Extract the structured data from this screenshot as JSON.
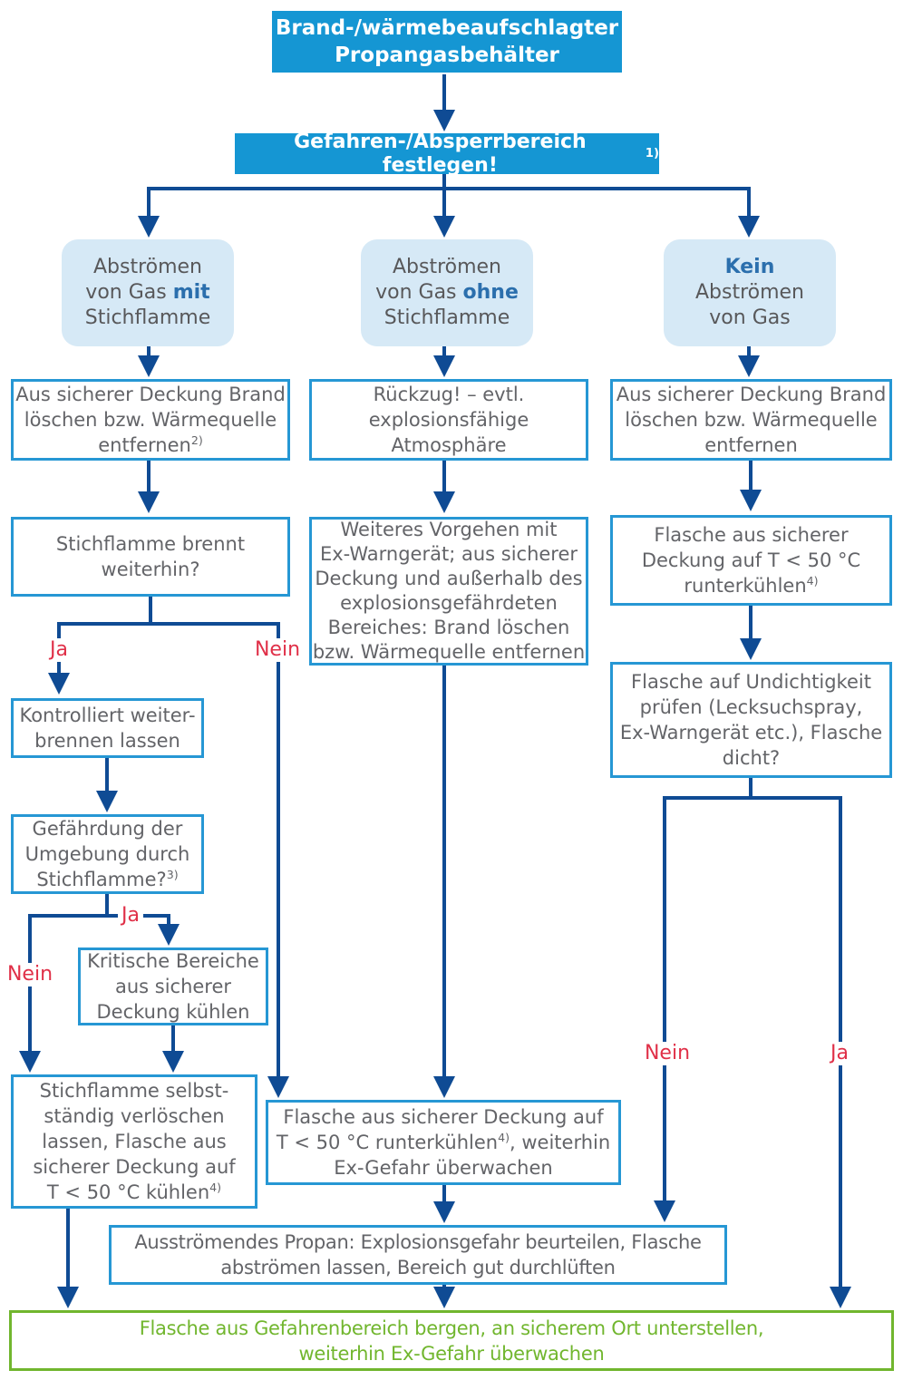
{
  "palette": {
    "header_blue": "#1596d3",
    "branch_fill": "#d6e9f6",
    "box_border_blue": "#2697d4",
    "wire_blue": "#0f4b94",
    "text_gray": "#5d5e61",
    "highlight_blue": "#2b6fad",
    "label_red": "#e03048",
    "final_green": "#71b62e"
  },
  "title": {
    "lines": [
      "Brand-/wärmebeaufschlagter",
      "Propangasbehälter"
    ]
  },
  "step2": {
    "text": "Gefahren-/Absperrbereich festlegen!",
    "fn": "1)"
  },
  "branches": {
    "with_flame": {
      "line1": "Abströmen",
      "line2_pre": "von Gas ",
      "line2_hl": "mit",
      "line3": "Stichflamme"
    },
    "without_flame": {
      "line1": "Abströmen",
      "line2_pre": "von Gas ",
      "line2_hl": "ohne",
      "line3": "Stichflamme"
    },
    "no_outflow": {
      "line1_hl": "Kein",
      "line2": "Abströmen",
      "line3": "von Gas"
    }
  },
  "boxes": {
    "a1": {
      "lines": [
        "Aus sicherer Deckung Brand",
        "löschen bzw. Wärmequelle",
        "entfernen"
      ],
      "fn": "2)"
    },
    "b1": {
      "lines": [
        "Rückzug! – evtl.",
        "explosionsfähige",
        "Atmosphäre"
      ]
    },
    "c1": {
      "lines": [
        "Aus sicherer Deckung Brand",
        "löschen bzw. Wärmequelle",
        "entfernen"
      ]
    },
    "a2": {
      "lines": [
        "Stichflamme brennt",
        "weiterhin?"
      ]
    },
    "b2": {
      "lines": [
        "Weiteres Vorgehen mit",
        "Ex-Warngerät; aus sicherer",
        "Deckung und außerhalb des",
        "explosionsgefährdeten",
        "Bereiches: Brand löschen",
        "bzw. Wärmequelle entfernen"
      ]
    },
    "c2": {
      "lines": [
        "Flasche aus sicherer",
        "Deckung auf T < 50 °C",
        "runterkühlen"
      ],
      "fn": "4)"
    },
    "a3": {
      "lines": [
        "Kontrolliert weiter-",
        "brennen lassen"
      ]
    },
    "a4": {
      "lines": [
        "Gefährdung der",
        "Umgebung durch",
        "Stichflamme?"
      ],
      "fn": "3)"
    },
    "a5": {
      "lines": [
        "Kritische Bereiche",
        "aus sicherer",
        "Deckung kühlen"
      ]
    },
    "a6": {
      "lines": [
        "Stichflamme selbst-",
        "ständig verlöschen",
        "lassen, Flasche aus",
        "sicherer Deckung auf",
        "T < 50 °C kühlen"
      ],
      "fn": "4)"
    },
    "c3": {
      "lines": [
        "Flasche auf Undichtigkeit",
        "prüfen (Lecksuchspray,",
        "Ex-Warngerät etc.), Flasche",
        "dicht?"
      ]
    },
    "b3": {
      "line1": "Flasche aus sicherer Deckung auf",
      "line2_pre": "T < 50 °C runterkühlen",
      "fn": "4)",
      "line2_post": ", weiterhin",
      "line3": "Ex-Gefahr überwachen"
    },
    "b4": {
      "lines": [
        "Ausströmendes Propan: Explosionsgefahr beurteilen, Flasche",
        "abströmen lassen, Bereich gut durchlüften"
      ]
    },
    "final": {
      "lines": [
        "Flasche aus Gefahrenbereich bergen, an sicherem Ort unterstellen,",
        "weiterhin Ex-Gefahr überwachen"
      ]
    }
  },
  "labels": {
    "yes": "Ja",
    "no": "Nein"
  }
}
